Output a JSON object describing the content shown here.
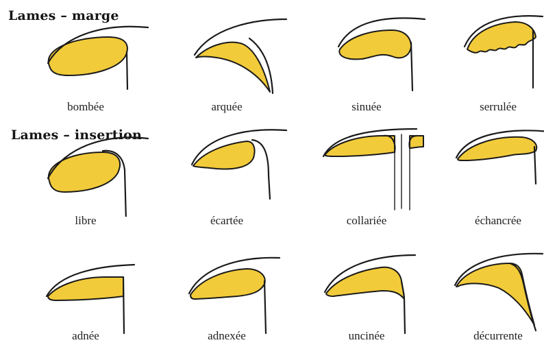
{
  "sections": [
    {
      "title": "Lames – marge",
      "items": [
        {
          "label": "bombée"
        },
        {
          "label": "arquée"
        },
        {
          "label": "sinuée"
        },
        {
          "label": "serrulée"
        }
      ]
    },
    {
      "title": "Lames – insertion",
      "items": [
        {
          "label": "libre"
        },
        {
          "label": "écartée"
        },
        {
          "label": "collariée"
        },
        {
          "label": "échancrée"
        },
        {
          "label": "adnée"
        },
        {
          "label": "adnexée"
        },
        {
          "label": "uncinée"
        },
        {
          "label": "décurrente"
        }
      ]
    }
  ],
  "colors": {
    "gill_fill": "#f2cb3a",
    "outline": "#1a1a1a"
  }
}
